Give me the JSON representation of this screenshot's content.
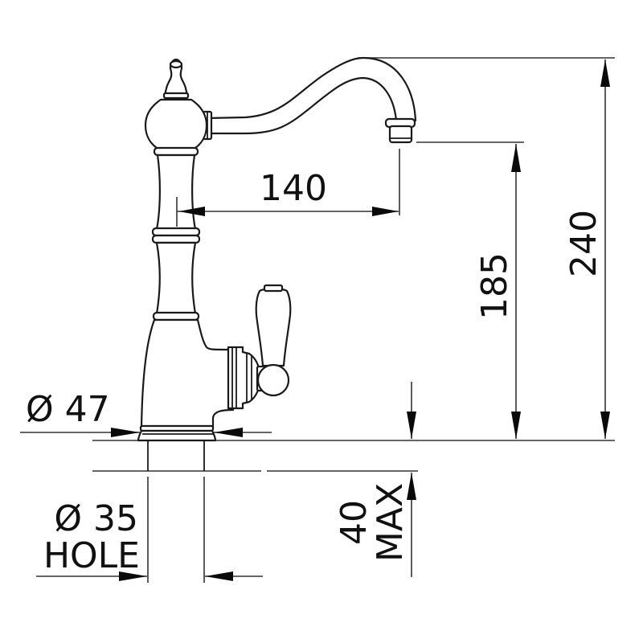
{
  "drawing": {
    "subject": "kitchen mixer tap dimension drawing",
    "units": "mm",
    "colors": {
      "line": "#1a1a1a",
      "dimension": "#333333",
      "background": "#ffffff"
    }
  },
  "dimensions": {
    "spout_reach": {
      "value": "140"
    },
    "spout_outlet_height": {
      "value": "185"
    },
    "overall_height": {
      "value": "240"
    },
    "base_diameter": {
      "symbol": "Ø",
      "value": "47",
      "label": "Ø 47"
    },
    "hole_diameter": {
      "symbol": "Ø",
      "value": "35",
      "label": "Ø 35",
      "sublabel": "HOLE"
    },
    "max_deck_thickness": {
      "value": "40",
      "sublabel": "MAX"
    }
  }
}
